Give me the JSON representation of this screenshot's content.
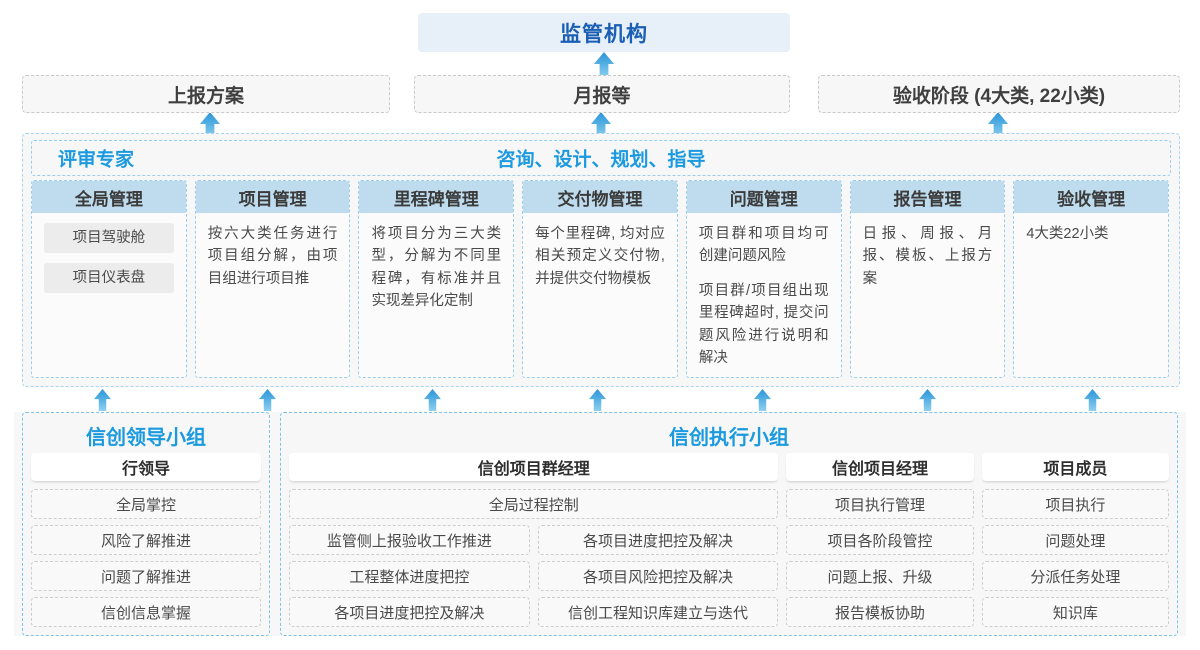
{
  "top": {
    "regulator": "监管机构",
    "report_boxes": [
      {
        "label": "上报方案"
      },
      {
        "label": "月报等"
      },
      {
        "label": "验收阶段 (4大类, 22小类)"
      }
    ]
  },
  "middle": {
    "header_left": "评审专家",
    "header_center": "咨询、设计、规划、指导",
    "cards": [
      {
        "title": "全局管理",
        "pills": [
          "项目驾驶舱",
          "项目仪表盘"
        ],
        "paragraphs": []
      },
      {
        "title": "项目管理",
        "pills": [],
        "paragraphs": [
          "按六大类任务进行项目组分解，由项目组进行项目推"
        ]
      },
      {
        "title": "里程碑管理",
        "pills": [],
        "paragraphs": [
          "将项目分为三大类型，分解为不同里程碑，有标准并且实现差异化定制"
        ]
      },
      {
        "title": "交付物管理",
        "pills": [],
        "paragraphs": [
          "每个里程碑, 均对应相关预定义交付物, 并提供交付物模板"
        ]
      },
      {
        "title": "问题管理",
        "pills": [],
        "paragraphs": [
          "项目群和项目均可创建问题风险",
          "项目群/项目组出现里程碑超时, 提交问题风险进行说明和解决"
        ]
      },
      {
        "title": "报告管理",
        "pills": [],
        "paragraphs": [
          "日报、周报、月报、模板、上报方案"
        ]
      },
      {
        "title": "验收管理",
        "pills": [],
        "paragraphs": [
          "4大类22小类"
        ]
      }
    ]
  },
  "bottom": {
    "leader_group": {
      "title": "信创领导小组",
      "columns": [
        {
          "head": "行领导",
          "rows": [
            "全局掌控",
            "风险了解推进",
            "问题了解推进",
            "信创信息掌握"
          ]
        }
      ]
    },
    "exec_group": {
      "title": "信创执行小组",
      "program_manager": {
        "head": "信创项目群经理",
        "full_row": "全局过程控制",
        "left_rows": [
          "监管侧上报验收工作推进",
          "工程整体进度把控",
          "各项目进度把控及解决"
        ],
        "right_rows": [
          "各项目进度把控及解决",
          "各项目风险把控及解决",
          "信创工程知识库建立与迭代"
        ]
      },
      "project_manager": {
        "head": "信创项目经理",
        "rows": [
          "项目执行管理",
          "项目各阶段管控",
          "问题上报、升级",
          "报告模板协助"
        ]
      },
      "project_member": {
        "head": "项目成员",
        "rows": [
          "项目执行",
          "问题处理",
          "分派任务处理",
          "知识库"
        ]
      }
    }
  },
  "colors": {
    "accent_blue": "#1b9ae0",
    "deep_blue": "#1a5fb4",
    "card_header": "#bfdcee",
    "panel_bg": "#f7f7f7"
  }
}
